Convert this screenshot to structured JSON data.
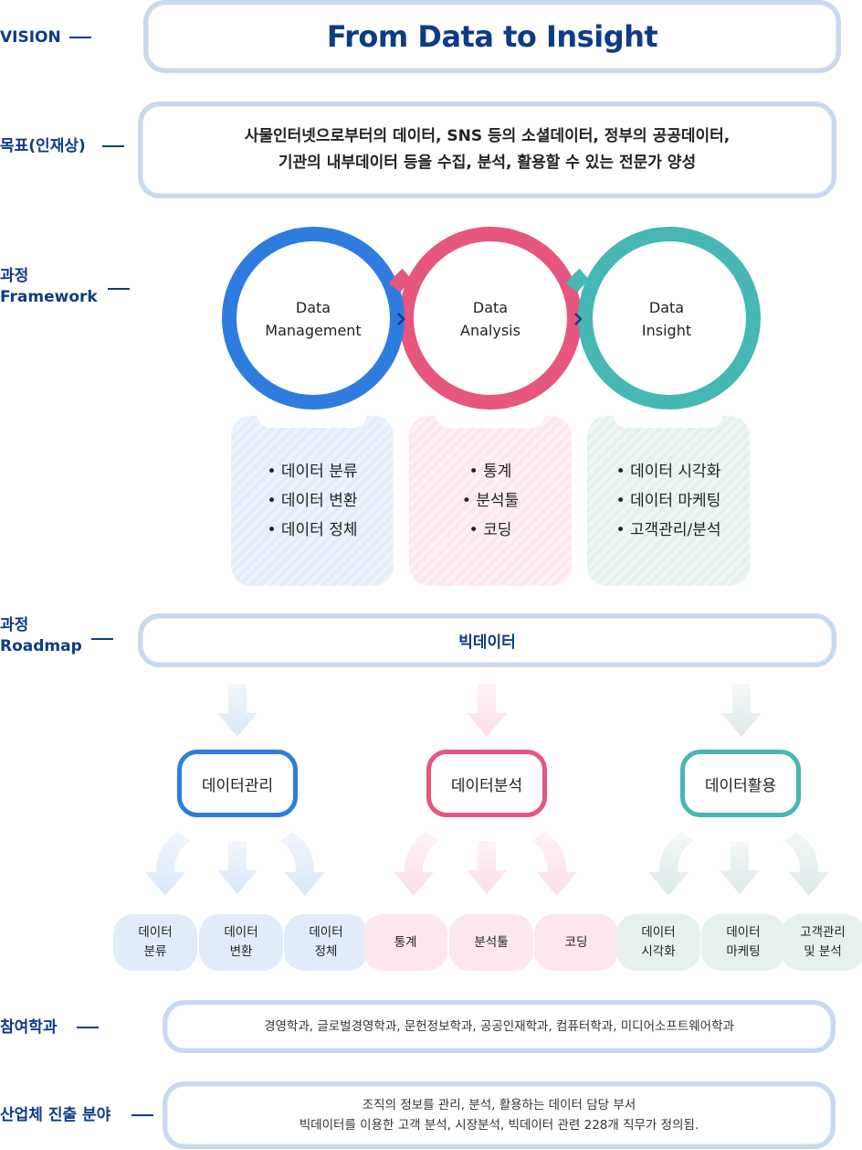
{
  "labels": {
    "vision": "VISION",
    "goal": "목표(인재상)",
    "framework_line1": "과정",
    "framework_line2": "Framework",
    "roadmap_line1": "과정",
    "roadmap_line2": "Roadmap",
    "departments": "참여학과",
    "industry": "산업체 진출 분야"
  },
  "vision": {
    "title": "From Data to Insight"
  },
  "goal": {
    "line1": "사물인터넷으로부터의 데이터, SNS 등의 소셜데이터, 정부의 공공데이터,",
    "line2": "기관의 내부데이터 등을 수집, 분석, 활용할 수 있는 전문가 양성"
  },
  "framework": {
    "circles": [
      {
        "line1": "Data",
        "line2": "Management",
        "color": "#2e7ce0"
      },
      {
        "line1": "Data",
        "line2": "Analysis",
        "color": "#e6567f"
      },
      {
        "line1": "Data",
        "line2": "Insight",
        "color": "#46b7b3"
      }
    ],
    "boxes": [
      {
        "items": [
          "데이터 분류",
          "데이터 변환",
          "데이터 정체"
        ]
      },
      {
        "items": [
          "통계",
          "분석툴",
          "코딩"
        ]
      },
      {
        "items": [
          "데이터 시각화",
          "데이터 마케팅",
          "고객관리/분석"
        ]
      }
    ]
  },
  "roadmap": {
    "title": "빅데이터",
    "categories": [
      {
        "label": "데이터관리",
        "color": "#2e7ce0"
      },
      {
        "label": "데이터분석",
        "color": "#e6567f"
      },
      {
        "label": "데이터활용",
        "color": "#46b7b3"
      }
    ],
    "leaves": [
      {
        "line1": "데이터",
        "line2": "분류"
      },
      {
        "line1": "데이터",
        "line2": "변환"
      },
      {
        "line1": "데이터",
        "line2": "정체"
      },
      {
        "line1": "통계",
        "line2": ""
      },
      {
        "line1": "분석툴",
        "line2": ""
      },
      {
        "line1": "코딩",
        "line2": ""
      },
      {
        "line1": "데이터",
        "line2": "시각화"
      },
      {
        "line1": "데이터",
        "line2": "마케팅"
      },
      {
        "line1": "고객관리",
        "line2": "및 분석"
      }
    ]
  },
  "departments": {
    "text": "경영학과, 글로벌경영학과, 문헌정보학과, 공공인재학과, 컴퓨터학과, 미디어소프트웨어학과"
  },
  "industry": {
    "line1": "조직의 정보를 관리, 분석, 활용하는 데이터 담당 부서",
    "line2": "빅데이터를 이용한 고객 분석, 시장분석, 빅데이터 관련 228개 직무가 정의됨."
  }
}
